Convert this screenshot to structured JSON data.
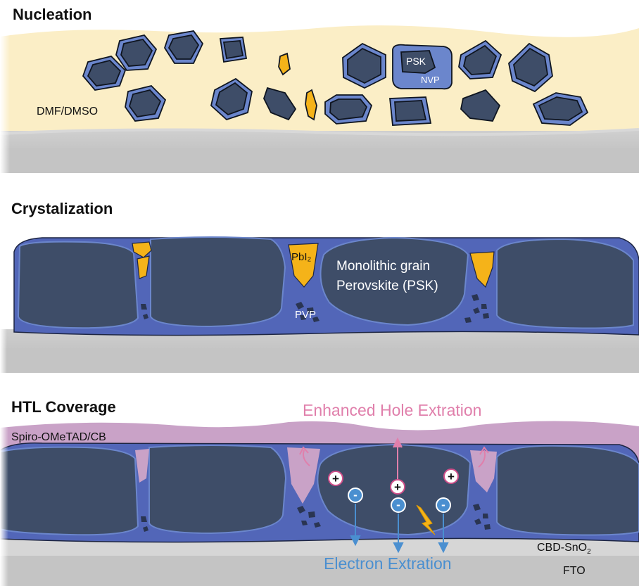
{
  "panels": [
    {
      "title": "Nucleation",
      "solvent_label": "DMF/DMSO",
      "grain_core_label": "PSK",
      "grain_shell_label": "NVP"
    },
    {
      "title": "Crystalization",
      "pbi2_label": "PbI₂",
      "grain_label_line1": "Monolithic grain",
      "grain_label_line2": "Perovskite (PSK)",
      "pvp_label": "PVP"
    },
    {
      "title": "HTL Coverage",
      "htl_label": "Spiro-OMeTAD/CB",
      "hole_label": "Enhanced Hole Extration",
      "electron_label": "Electron Extration",
      "etl_label": "CBD-SnO",
      "etl_subscript": "2",
      "substrate_label": "FTO",
      "plus_sign": "+",
      "minus_sign": "-"
    }
  ],
  "colors": {
    "solvent": "#fbeec6",
    "grain_core": "#3e4d68",
    "grain_shell": "#6b86cc",
    "pvp": "#5266b8",
    "pbi2": "#f5b319",
    "substrate": "#c9c9c9",
    "htl": "#c9a2c7",
    "hole_text": "#e07fab",
    "electron_text": "#4a8fd0"
  }
}
